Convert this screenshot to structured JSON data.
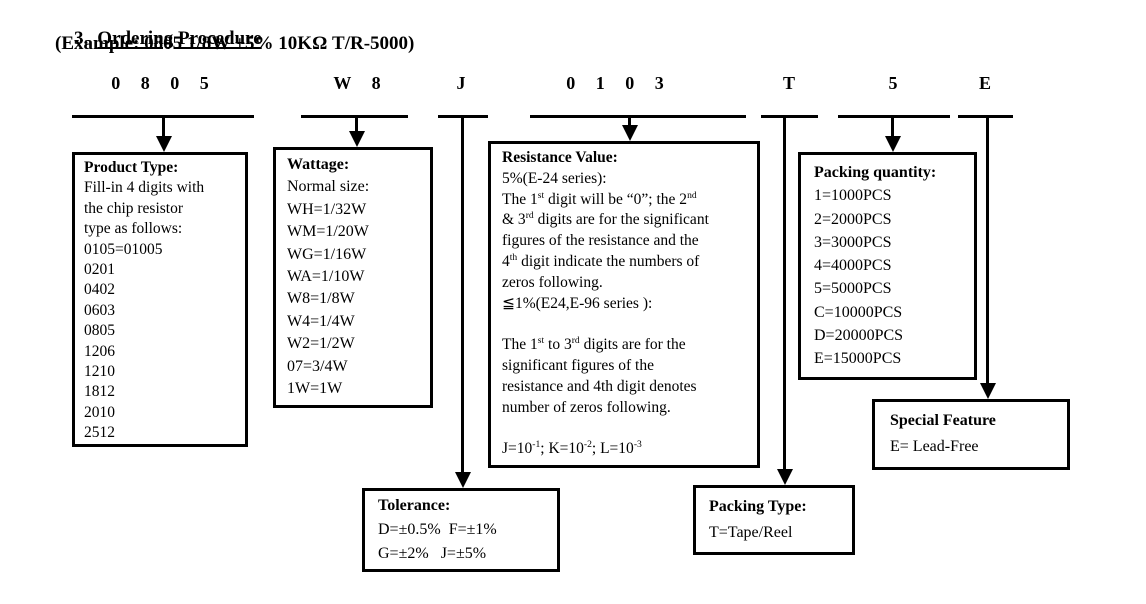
{
  "page": {
    "section_number": "3.",
    "section_title": "Ordering Procedure",
    "example_line": "(Example: 0805 1/8W ±5% 10KΩ T/R-5000)"
  },
  "colors": {
    "ink": "#000000",
    "background": "#ffffff"
  },
  "order_code": {
    "segments": [
      {
        "id": "product-type",
        "text": "0 8 0 5"
      },
      {
        "id": "wattage",
        "text": "W 8"
      },
      {
        "id": "tolerance",
        "text": "J"
      },
      {
        "id": "resistance-value",
        "text": "0 1 0 3"
      },
      {
        "id": "packing-type",
        "text": "T"
      },
      {
        "id": "packing-quantity",
        "text": "5"
      },
      {
        "id": "special-feature",
        "text": "E"
      }
    ]
  },
  "boxes": {
    "product_type": {
      "title": "Product Type:",
      "lines": [
        "Fill-in 4 digits with",
        "the chip resistor",
        "type as follows:",
        "0105=01005",
        "0201",
        "0402",
        "0603",
        "0805",
        "1206",
        "1210",
        "1812",
        "2010",
        "2512"
      ]
    },
    "wattage": {
      "title": "Wattage:",
      "lines": [
        "Normal size:",
        "WH=1/32W",
        "WM=1/20W",
        "WG=1/16W",
        "WA=1/10W",
        "W8=1/8W",
        "W4=1/4W",
        "W2=1/2W",
        "07=3/4W",
        "1W=1W"
      ]
    },
    "tolerance": {
      "title": "Tolerance:",
      "lines": [
        "D=±0.5%  F=±1%",
        "G=±2%   J=±5%"
      ]
    },
    "resistance_value": {
      "title": "Resistance Value:",
      "lines": [
        "5%(E-24 series):",
        "The 1^st^ digit will be “0”; the 2^nd^",
        "& 3^rd^ digits are for the significant",
        "figures of the resistance and the",
        "4^th^ digit indicate the numbers of",
        "zeros following.",
        "≦1%(E24,E-96 series ):",
        "",
        "The 1^st^ to 3^rd^ digits are for the",
        "significant figures of the",
        "resistance and 4th digit denotes",
        "number of zeros following.",
        "",
        "J=10^-1^; K=10^-2^; L=10^-3^"
      ]
    },
    "packing_type": {
      "title": "Packing Type:",
      "lines": [
        "T=Tape/Reel"
      ]
    },
    "packing_quantity": {
      "title": "Packing quantity:",
      "lines": [
        "1=1000PCS",
        "2=2000PCS",
        "3=3000PCS",
        "4=4000PCS",
        "5=5000PCS",
        "C=10000PCS",
        "D=20000PCS",
        "E=15000PCS"
      ]
    },
    "special_feature": {
      "title": "Special Feature",
      "lines": [
        "E= Lead-Free"
      ]
    }
  }
}
